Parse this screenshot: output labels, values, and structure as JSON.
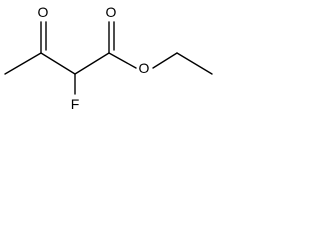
{
  "atoms": {
    "ketone_oxygen": "O",
    "ester_carbonyl_oxygen": "O",
    "ester_link_oxygen": "O",
    "fluorine": "F"
  },
  "colors": {
    "bond": "#000000",
    "label": "#000000",
    "background": "#ffffff"
  }
}
